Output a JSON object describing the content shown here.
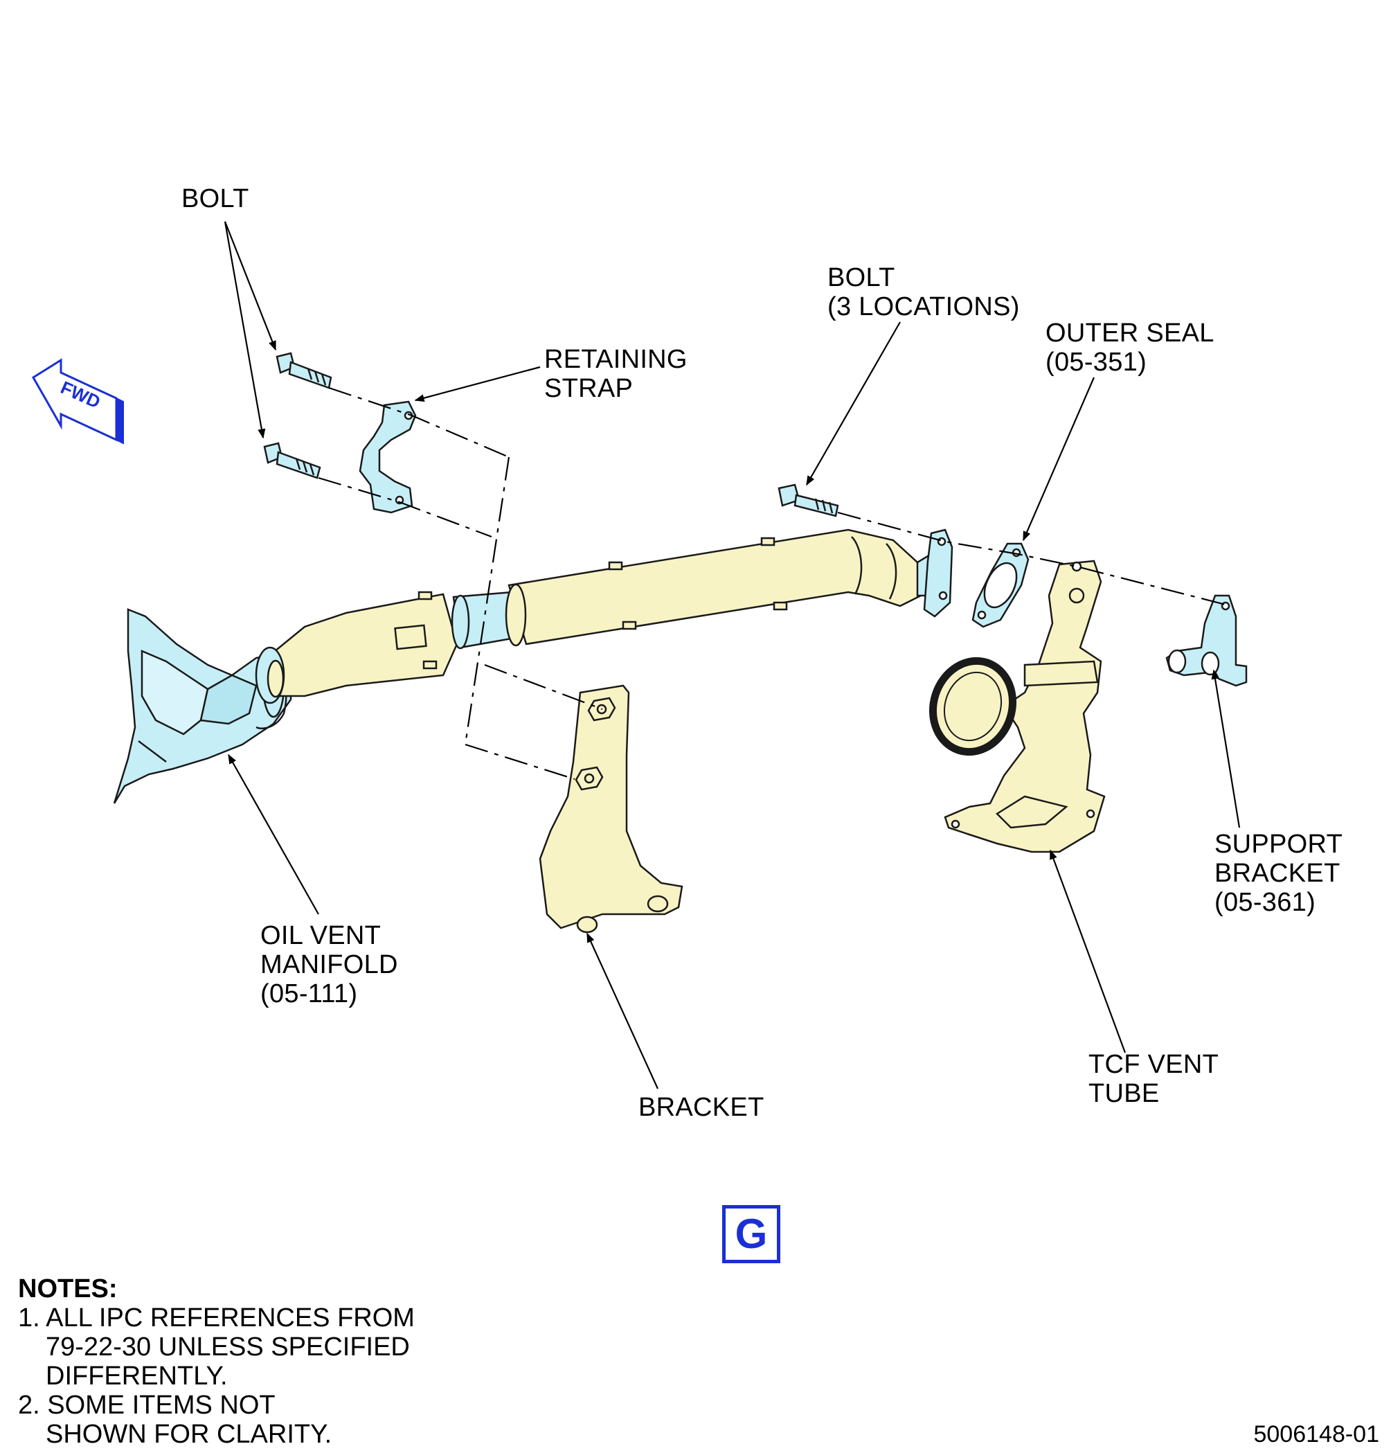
{
  "labels": {
    "bolt_left": "BOLT",
    "retaining_strap": [
      "RETAINING",
      "STRAP"
    ],
    "bolt_right": [
      "BOLT",
      "(3 LOCATIONS)"
    ],
    "outer_seal": [
      "OUTER SEAL",
      "(05-351)"
    ],
    "support_bracket": [
      "SUPPORT",
      "BRACKET",
      "(05-361)"
    ],
    "oil_vent_manifold": [
      "OIL VENT",
      "MANIFOLD",
      "(05-111)"
    ],
    "bracket": "BRACKET",
    "tcf_vent_tube": [
      "TCF VENT",
      "TUBE"
    ]
  },
  "fwd_indicator": "FWD",
  "view_letter": "G",
  "notes": {
    "title": "NOTES:",
    "items": [
      "1. ALL IPC REFERENCES FROM\n79-22-30 UNLESS SPECIFIED\nDIFFERENTLY.",
      "2. SOME ITEMS NOT\nSHOWN FOR CLARITY."
    ]
  },
  "document_number": "5006148-01",
  "colors": {
    "part_blue": "#c6eef6",
    "part_yellow": "#f8f3c4",
    "outline": "#1a1a1a",
    "accent_blue": "#1a2fd6"
  }
}
